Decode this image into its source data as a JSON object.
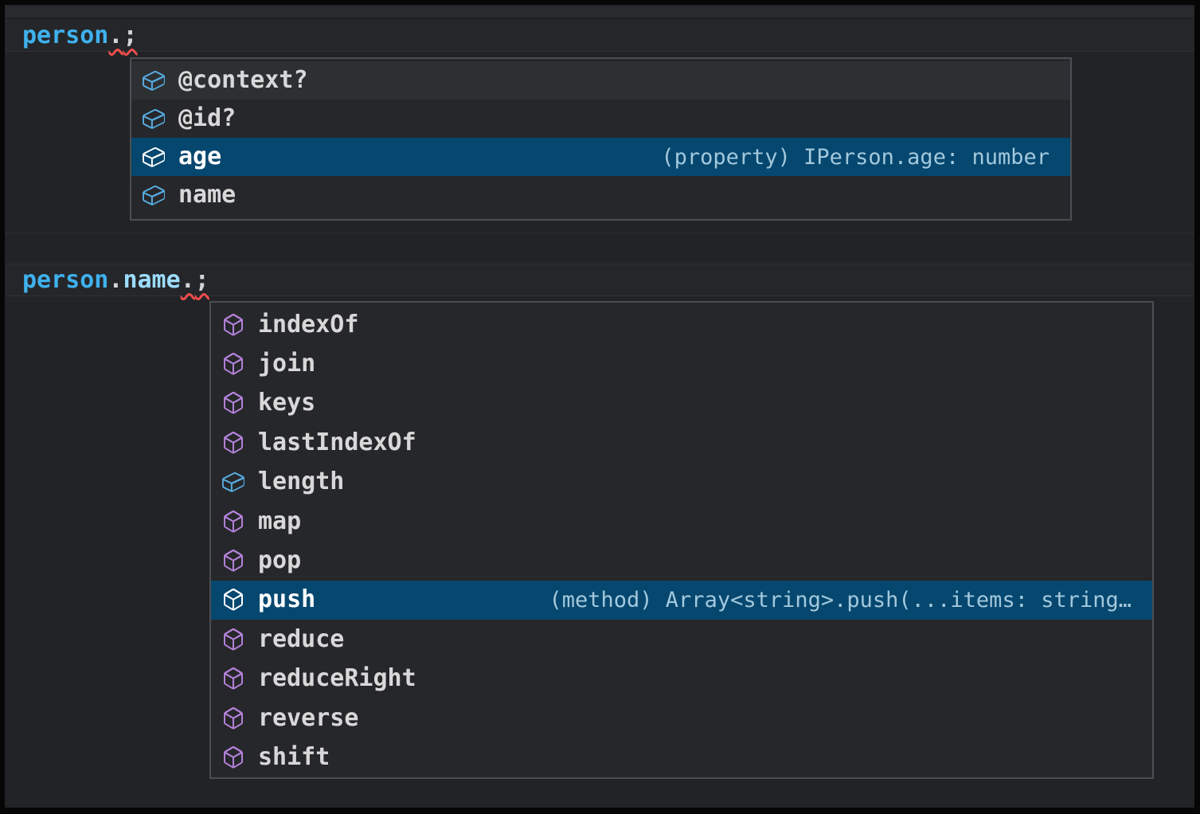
{
  "editor": {
    "code_lines": [
      {
        "name": "code-line-1",
        "tokens": [
          {
            "text": "person",
            "type": "variable"
          },
          {
            "text": ".",
            "type": "error"
          },
          {
            "text": ";",
            "type": "error"
          }
        ]
      },
      {
        "name": "code-line-2",
        "tokens": [
          {
            "text": "person",
            "type": "variable"
          },
          {
            "text": ".",
            "type": "punct"
          },
          {
            "text": "name",
            "type": "property"
          },
          {
            "text": ".",
            "type": "error"
          },
          {
            "text": ";",
            "type": "error"
          }
        ]
      }
    ],
    "suggest_popups": [
      {
        "name": "suggest-widget-person",
        "items": [
          {
            "label": "@context?",
            "kind": "field",
            "state": "hover",
            "detail": ""
          },
          {
            "label": "@id?",
            "kind": "field",
            "state": "",
            "detail": ""
          },
          {
            "label": "age",
            "kind": "field",
            "state": "selected",
            "detail": "(property) IPerson.age: number"
          },
          {
            "label": "name",
            "kind": "field",
            "state": "",
            "detail": ""
          }
        ]
      },
      {
        "name": "suggest-widget-person-name",
        "items": [
          {
            "label": "indexOf",
            "kind": "method",
            "state": "",
            "detail": ""
          },
          {
            "label": "join",
            "kind": "method",
            "state": "",
            "detail": ""
          },
          {
            "label": "keys",
            "kind": "method",
            "state": "",
            "detail": ""
          },
          {
            "label": "lastIndexOf",
            "kind": "method",
            "state": "",
            "detail": ""
          },
          {
            "label": "length",
            "kind": "field",
            "state": "",
            "detail": ""
          },
          {
            "label": "map",
            "kind": "method",
            "state": "",
            "detail": ""
          },
          {
            "label": "pop",
            "kind": "method",
            "state": "",
            "detail": ""
          },
          {
            "label": "push",
            "kind": "method",
            "state": "selected",
            "detail": "(method) Array<string>.push(...items: string…"
          },
          {
            "label": "reduce",
            "kind": "method",
            "state": "",
            "detail": ""
          },
          {
            "label": "reduceRight",
            "kind": "method",
            "state": "",
            "detail": ""
          },
          {
            "label": "reverse",
            "kind": "method",
            "state": "",
            "detail": ""
          },
          {
            "label": "shift",
            "kind": "method",
            "state": "",
            "detail": ""
          }
        ]
      }
    ],
    "icons": {
      "field": "symbol-field-icon",
      "method": "symbol-method-icon"
    }
  },
  "colors": {
    "editor_background": "#212326",
    "popup_background": "#26272a",
    "selection_background": "#05476f",
    "field_icon": "#58ace2",
    "method_icon": "#b582db",
    "selected_icon": "#ffffff",
    "variable_blue": "#3fb1ee",
    "property_blue": "#9cdcfe",
    "detail_text": "#a3c8dc",
    "error_squiggle": "#f14c4c"
  }
}
